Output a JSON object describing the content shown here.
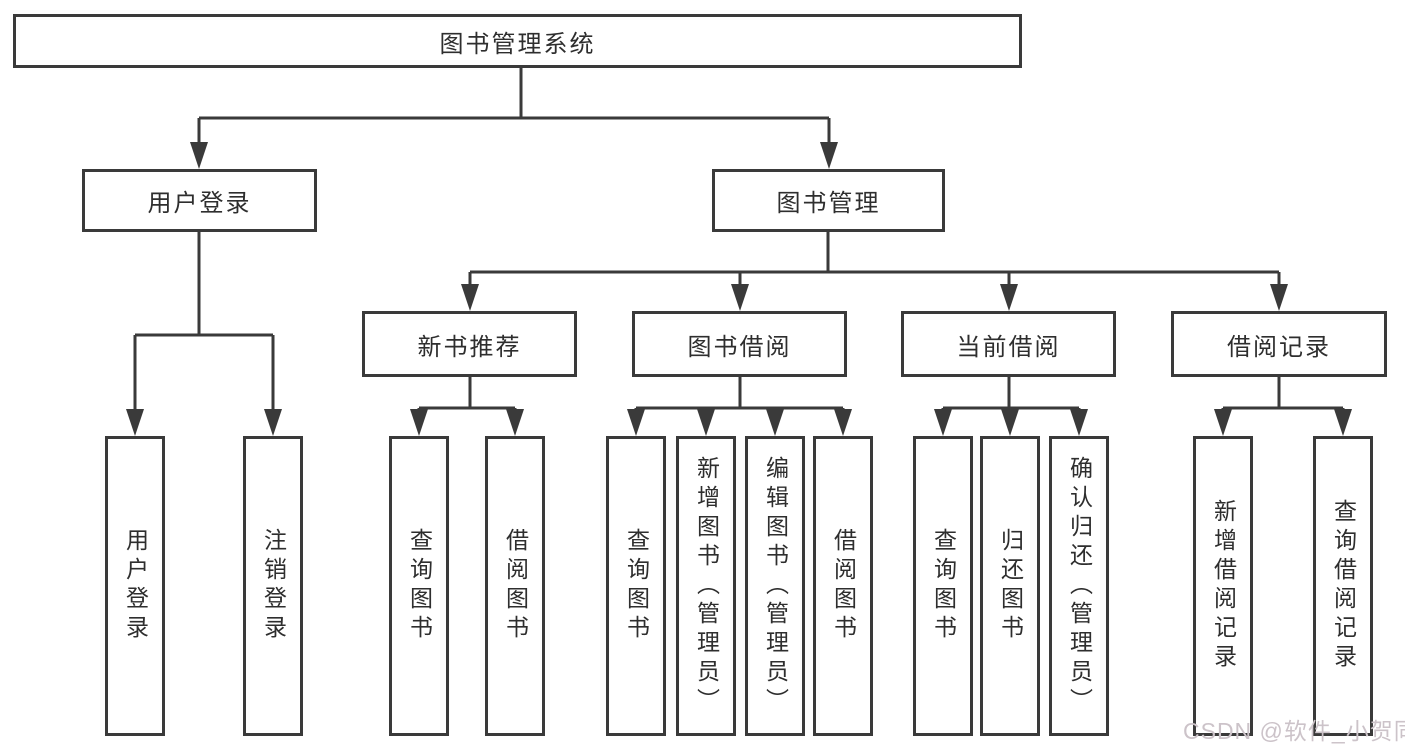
{
  "diagram_title": "图书管理系统",
  "nodes": {
    "root": "图书管理系统",
    "level2": [
      "用户登录",
      "图书管理"
    ],
    "level3": [
      "新书推荐",
      "图书借阅",
      "当前借阅",
      "借阅记录"
    ],
    "leaves": {
      "login": [
        "用户登录",
        "注销登录"
      ],
      "recommend": [
        "查询图书",
        "借阅图书"
      ],
      "borrow": [
        "查询图书",
        "新增图书（管理员）",
        "编辑图书（管理员）",
        "借阅图书"
      ],
      "current": [
        "查询图书",
        "归还图书",
        "确认归还（管理员）"
      ],
      "record": [
        "新增借阅记录",
        "查询借阅记录"
      ]
    }
  },
  "watermark": "CSDN @软件_小贺同学",
  "colors": {
    "line": "#3a3a3a",
    "text": "#2e2e2e",
    "box_background": "#ffffff",
    "watermark": "#ccc3c9",
    "background": "#ffffff"
  }
}
